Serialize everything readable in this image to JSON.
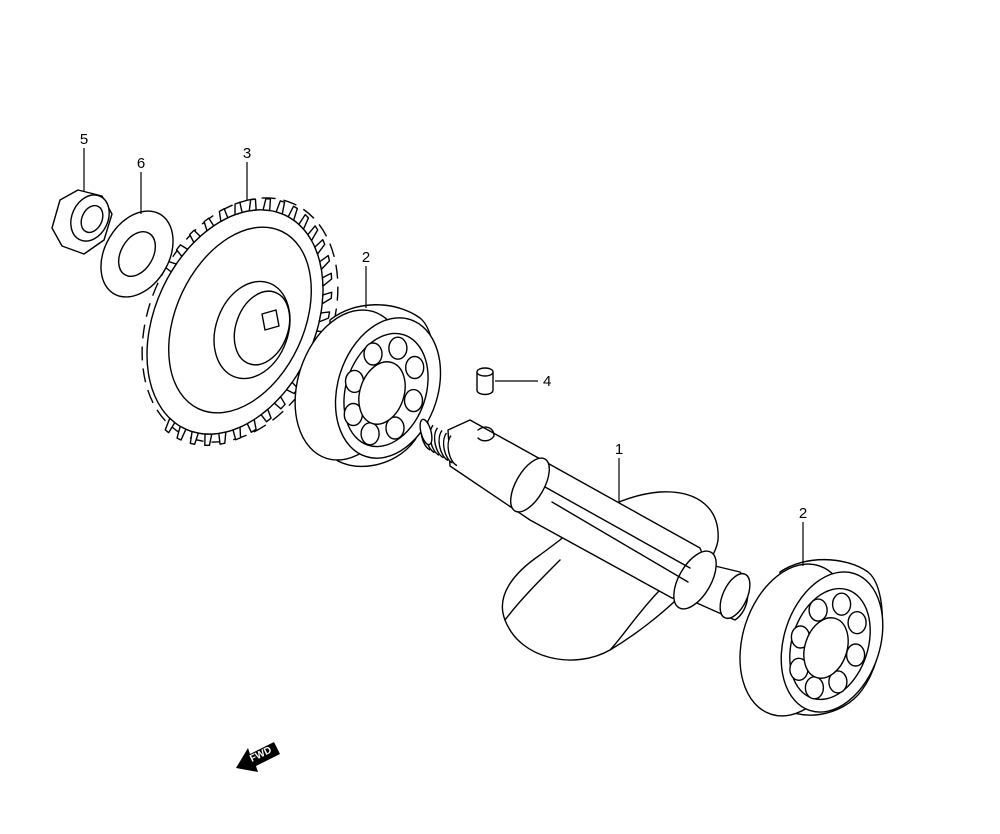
{
  "callouts": [
    {
      "id": "1",
      "label": "1"
    },
    {
      "id": "2a",
      "label": "2"
    },
    {
      "id": "2b",
      "label": "2"
    },
    {
      "id": "3",
      "label": "3"
    },
    {
      "id": "4",
      "label": "4"
    },
    {
      "id": "5",
      "label": "5"
    },
    {
      "id": "6",
      "label": "6"
    }
  ],
  "direction_badge": {
    "text": "FWD"
  }
}
